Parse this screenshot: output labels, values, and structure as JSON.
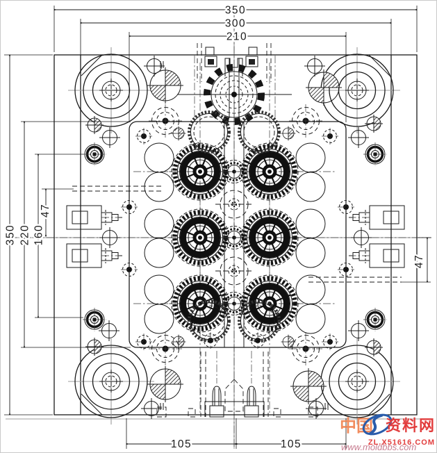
{
  "drawing": {
    "dims": {
      "top": [
        "350",
        "300",
        "210"
      ],
      "left": [
        "350",
        "220",
        "160",
        "47"
      ],
      "right": [
        "47"
      ],
      "bottom": [
        "105",
        "105"
      ]
    }
  },
  "watermark": {
    "brand_left": "中国",
    "brand_right": "资料网",
    "url": "www.moldbbs.com",
    "code": "ZL.X51616.COM"
  },
  "colors": {
    "line": "#1a1a1a",
    "centerline": "#9c9c9c",
    "watermark_red": "#e23d3d",
    "watermark_orange": "#f0804d",
    "watermark_blue": "#2a5caa",
    "watermark_pink": "#c87f92"
  }
}
